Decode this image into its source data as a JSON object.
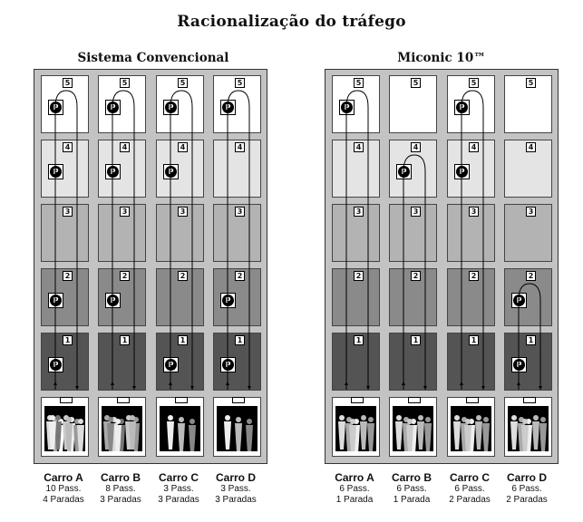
{
  "title": "Racionalização do tráfego",
  "panels": [
    {
      "title": "Sistema Convencional",
      "floor_labels": [
        "5",
        "4",
        "3",
        "2",
        "1"
      ],
      "p_symbol": "P",
      "cars": [
        {
          "name": "Carro A",
          "passengers": "10 Pass.",
          "stops": "4 Paradas",
          "stop_floors": [
            5,
            4,
            2,
            1
          ],
          "crowd": "dense"
        },
        {
          "name": "Carro B",
          "passengers": "8 Pass.",
          "stops": "3 Paradas",
          "stop_floors": [
            5,
            4,
            2
          ],
          "crowd": "mid"
        },
        {
          "name": "Carro C",
          "passengers": "3 Pass.",
          "stops": "3 Paradas",
          "stop_floors": [
            5,
            4,
            1
          ],
          "crowd": "few"
        },
        {
          "name": "Carro D",
          "passengers": "3 Pass.",
          "stops": "3 Paradas",
          "stop_floors": [
            5,
            2,
            1
          ],
          "crowd": "few"
        }
      ]
    },
    {
      "title": "Miconic 10™",
      "floor_labels": [
        "5",
        "4",
        "3",
        "2",
        "1"
      ],
      "p_symbol": "P",
      "cars": [
        {
          "name": "Carro A",
          "passengers": "6 Pass.",
          "stops": "1 Parada",
          "stop_floors": [
            5
          ],
          "crowd": "six"
        },
        {
          "name": "Carro B",
          "passengers": "6 Pass.",
          "stops": "1 Parada",
          "stop_floors": [
            4
          ],
          "crowd": "six"
        },
        {
          "name": "Carro C",
          "passengers": "6 Pass.",
          "stops": "2 Paradas",
          "stop_floors": [
            5,
            4
          ],
          "crowd": "six"
        },
        {
          "name": "Carro D",
          "passengers": "6 Pass.",
          "stops": "2 Paradas",
          "stop_floors": [
            2,
            1
          ],
          "crowd": "six"
        }
      ]
    }
  ]
}
